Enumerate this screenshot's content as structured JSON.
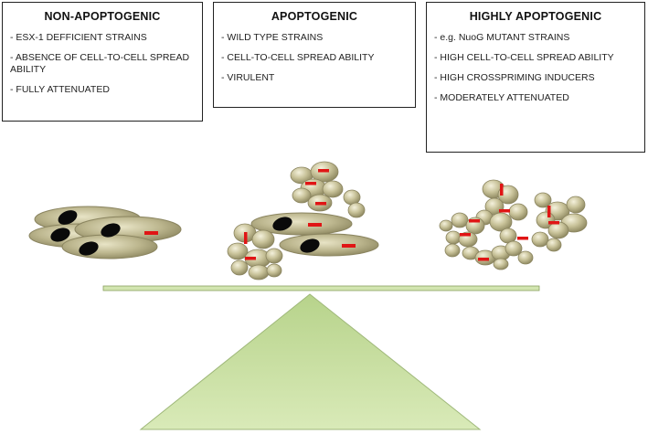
{
  "boxes": {
    "non_apoptogenic": {
      "title": "NON-APOPTOGENIC",
      "items": [
        "- ESX-1 DEFFICIENT STRAINS",
        "- ABSENCE OF CELL-TO-CELL SPREAD ABILITY",
        "- FULLY ATTENUATED"
      ]
    },
    "apoptogenic": {
      "title": "APOPTOGENIC",
      "items": [
        "- WILD TYPE STRAINS",
        "- CELL-TO-CELL SPREAD ABILITY",
        "- VIRULENT"
      ]
    },
    "highly_apoptogenic": {
      "title": "HIGHLY APOPTOGENIC",
      "items": [
        "- e.g. NuoG MUTANT STRAINS",
        "- HIGH CELL-TO-CELL SPREAD ABILITY",
        "- HIGH CROSSPRIMING INDUCERS",
        "- MODERATELY ATTENUATED"
      ]
    }
  },
  "colors": {
    "cell_fill": "#b3ad83",
    "cell_stroke": "#8a845f",
    "nucleus": "#0a0a0a",
    "bacteria": "#e01515",
    "fulcrum": "#c8dfa0",
    "beam": "#cfe3ae"
  },
  "icons": {
    "cells": "elongated-macrophage-cell-icon",
    "apoptotic_bodies": "apoptotic-vesicle-cluster-icon",
    "bacteria": "mycobacteria-bar-icon",
    "balance": "balance-scale-icon"
  }
}
